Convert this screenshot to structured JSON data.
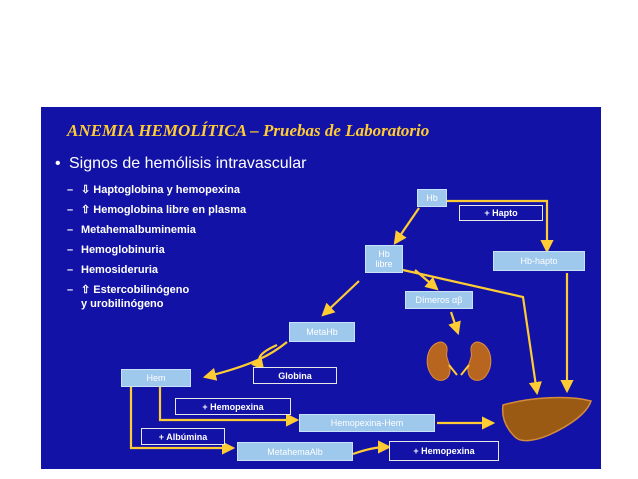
{
  "slide": {
    "title": "ANEMIA HEMOLÍTICA – Pruebas de Laboratorio",
    "bullet": "Signos de hemólisis intravascular",
    "bullet_marker": "•",
    "items": [
      {
        "dash": "–",
        "text": "⇩ Haptoglobina y hemopexina"
      },
      {
        "dash": "–",
        "text": "⇧ Hemoglobina libre en plasma"
      },
      {
        "dash": "–",
        "text": "Metahemalbuminemia"
      },
      {
        "dash": "–",
        "text": "Hemoglobinuria"
      },
      {
        "dash": "–",
        "text": "Hemosideruria"
      },
      {
        "dash": "–",
        "text": "⇧ Estercobilinógeno",
        "cont": "y urobilinógeno"
      }
    ]
  },
  "diagram": {
    "hb": "Hb",
    "hb_libre_1": "Hb",
    "hb_libre_2": "libre",
    "hb_hapto": "Hb-hapto",
    "dimeros": "Dímeros αβ",
    "metahb": "MetaHb",
    "hem": "Hem",
    "hemopexina_hem": "Hemopexina-Hem",
    "metahemalb": "MetahemaAlb",
    "label_hapto": "+ Hapto",
    "label_globina": "Globina",
    "label_hemopexina_1": "+ Hemopexina",
    "label_albumina": "+ Albúmina",
    "label_hemopexina_2": "+ Hemopexina"
  },
  "colors": {
    "background": "#1212a6",
    "title": "#ffcc33",
    "arrow": "#ffcc33",
    "box": "#9ec8ec",
    "kidney": "#b8651f",
    "liver": "#9a5a14"
  },
  "icons": [
    "kidney-icon",
    "liver-icon"
  ]
}
